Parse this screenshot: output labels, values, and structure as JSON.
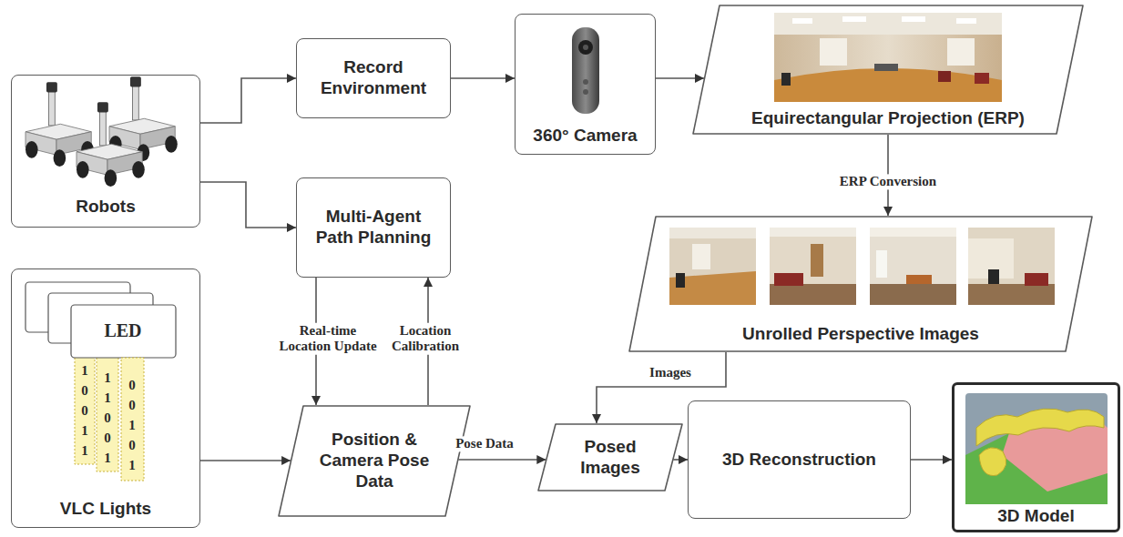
{
  "diagram": {
    "nodes": [
      {
        "text": [
          "Robots"
        ]
      },
      {
        "text": [
          "Record Environment"
        ]
      },
      {
        "text": [
          "360° Camera"
        ]
      },
      {
        "text": [
          "Equirectangular Projection (ERP)"
        ]
      },
      {
        "text": [
          "Multi-Agent Path Planning"
        ]
      },
      {
        "text": [
          "Unrolled Perspective Images"
        ]
      },
      {
        "text": [
          "VLC Lights"
        ]
      },
      {
        "text": [
          "Position & Camera Pose Data"
        ]
      },
      {
        "text": [
          "Posed Images"
        ]
      },
      {
        "text": [
          "3D Reconstruction"
        ]
      },
      {
        "text": [
          "3D Model"
        ]
      }
    ],
    "edges": [
      {
        "from": 0,
        "to": 1,
        "arrow": "to"
      },
      {
        "from": 0,
        "to": 4,
        "arrow": "to"
      },
      {
        "from": 1,
        "to": 2,
        "arrow": "to"
      },
      {
        "from": 2,
        "to": 3,
        "arrow": "to"
      },
      {
        "from": 3,
        "to": 5,
        "label": "ERP Conversion",
        "arrow": "to"
      },
      {
        "from": 4,
        "to": 7,
        "label": "Real-time Location Update",
        "arrow": "to"
      },
      {
        "from": 7,
        "to": 4,
        "label": "Location Calibration",
        "arrow": "to"
      },
      {
        "from": 6,
        "to": 7,
        "arrow": "to"
      },
      {
        "from": 5,
        "to": 8,
        "label": "Images",
        "arrow": "to"
      },
      {
        "from": 7,
        "to": 8,
        "label": "Pose Data",
        "arrow": "to"
      },
      {
        "from": 8,
        "to": 9,
        "arrow": "to"
      },
      {
        "from": 9,
        "to": 10,
        "arrow": "to"
      }
    ],
    "labels": [
      "LED",
      "1 0 0 1 1",
      "1 1 0 0 1",
      "0 0 1 0 1"
    ]
  }
}
